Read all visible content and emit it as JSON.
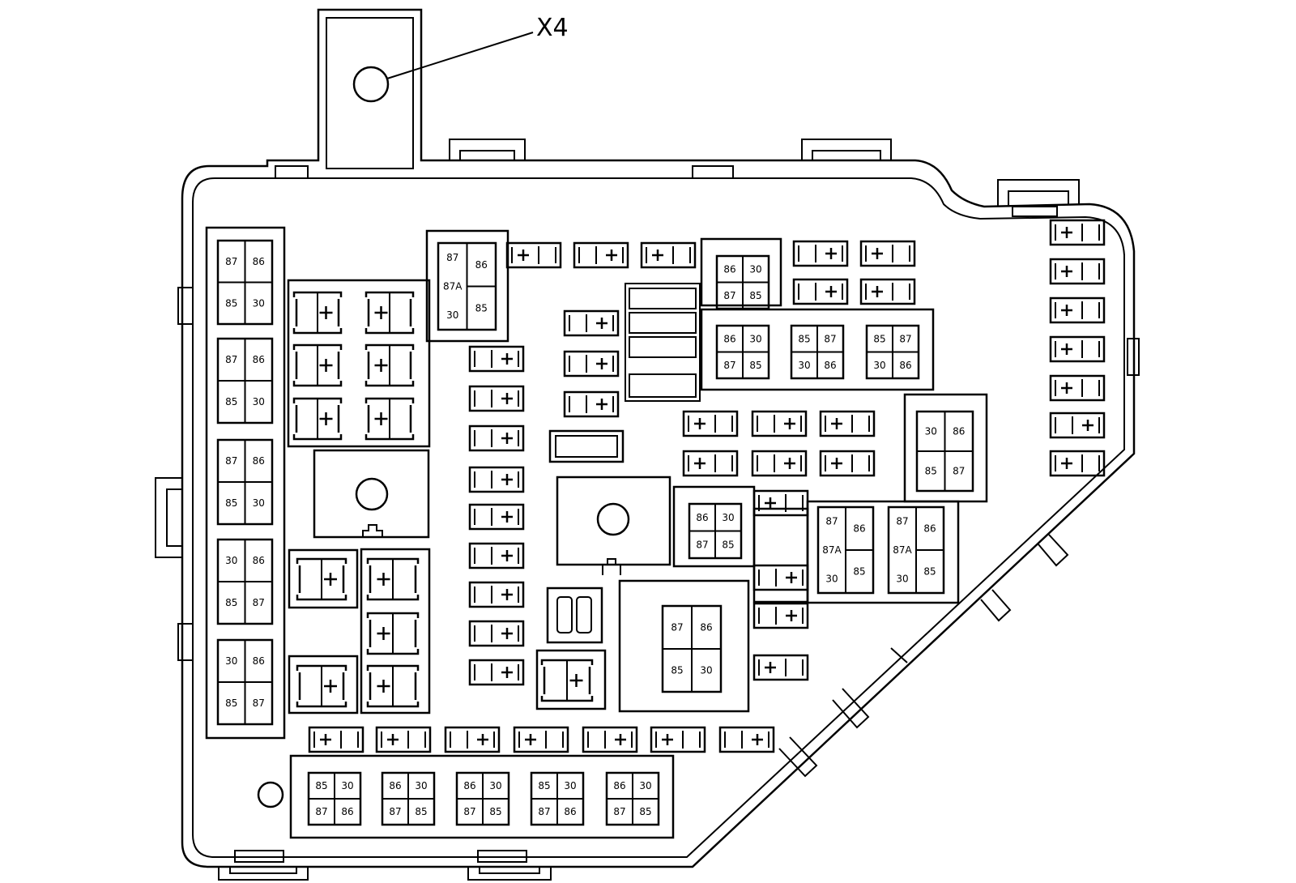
{
  "callout": {
    "label": "X4"
  },
  "relays_4": [
    [
      "87",
      "86",
      "85",
      "30"
    ],
    [
      "87",
      "86",
      "85",
      "30"
    ],
    [
      "87",
      "86",
      "85",
      "30"
    ],
    [
      "30",
      "86",
      "85",
      "87"
    ],
    [
      "30",
      "86",
      "85",
      "87"
    ],
    [
      "86",
      "30",
      "87",
      "85"
    ],
    [
      "86",
      "30",
      "87",
      "85"
    ],
    [
      "85",
      "87",
      "30",
      "86"
    ],
    [
      "85",
      "87",
      "30",
      "86"
    ],
    [
      "30",
      "86",
      "85",
      "87"
    ],
    [
      "86",
      "30",
      "87",
      "85"
    ],
    [
      "87",
      "86",
      "85",
      "30"
    ],
    [
      "85",
      "30",
      "87",
      "86"
    ],
    [
      "86",
      "30",
      "87",
      "85"
    ],
    [
      "86",
      "30",
      "87",
      "85"
    ],
    [
      "85",
      "30",
      "87",
      "86"
    ],
    [
      "86",
      "30",
      "87",
      "85"
    ]
  ],
  "relays_5": [
    [
      "87",
      "86",
      "87A",
      "85",
      "30"
    ],
    [
      "87",
      "86",
      "87A",
      "85",
      "30"
    ],
    [
      "87",
      "86",
      "87A",
      "85",
      "30"
    ]
  ]
}
